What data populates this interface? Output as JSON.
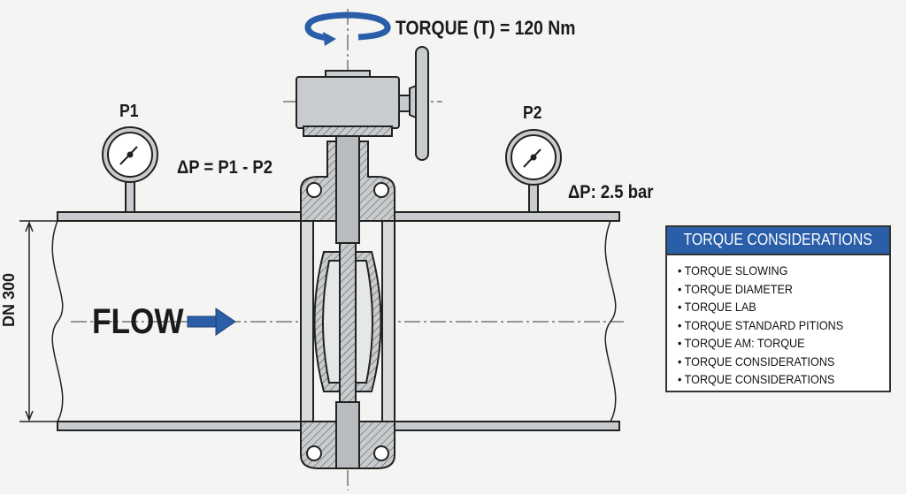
{
  "labels": {
    "torque": "TORQUE (T) = 120 Nm",
    "p1": "P1",
    "p2": "P2",
    "delta_formula": "ΔP = P1 - P2",
    "delta_value": "ΔP: 2.5 bar",
    "flow": "FLOW",
    "dn": "DN 300"
  },
  "considerations": {
    "title": "TORQUE CONSIDERATIONS",
    "items": [
      "• TORQUE SLOWING",
      "• TORQUE DIAMETER",
      "• TORQUE LAB",
      "• TORQUE STANDARD PITIONS",
      "• TORQUE AM: TORQUE",
      "• TORQUE CONSIDERATIONS",
      "• TORQUE CONSIDERATIONS"
    ]
  },
  "colors": {
    "accent": "#2a5ea8",
    "metal": "#c9ccce",
    "line": "#222222"
  }
}
